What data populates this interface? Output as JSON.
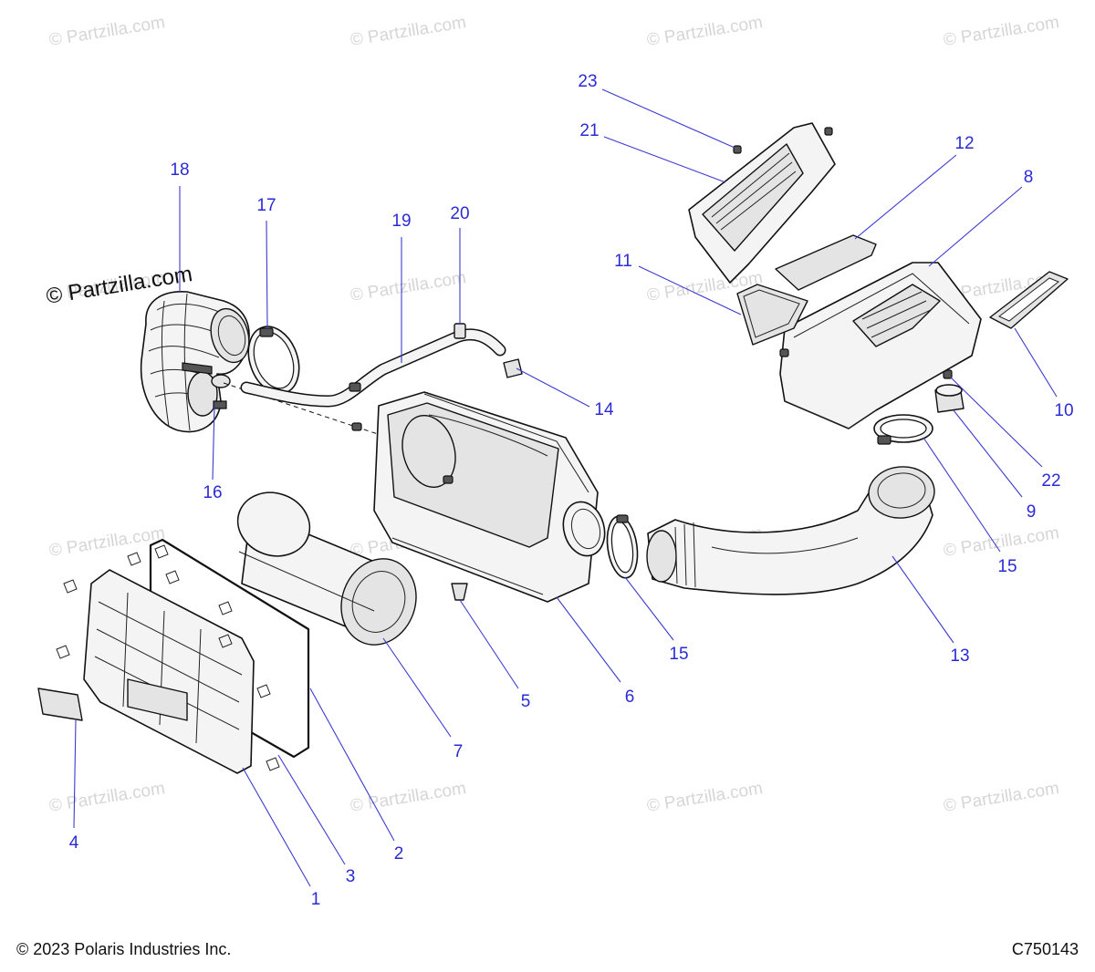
{
  "diagram": {
    "brand_watermark": "© Partzilla.com",
    "tile_watermark": "© Partzilla.com",
    "callouts": [
      {
        "id": "c1",
        "label": "1"
      },
      {
        "id": "c2",
        "label": "2"
      },
      {
        "id": "c3",
        "label": "3"
      },
      {
        "id": "c4",
        "label": "4"
      },
      {
        "id": "c5",
        "label": "5"
      },
      {
        "id": "c6",
        "label": "6"
      },
      {
        "id": "c7",
        "label": "7"
      },
      {
        "id": "c8",
        "label": "8"
      },
      {
        "id": "c9",
        "label": "9"
      },
      {
        "id": "c10",
        "label": "10"
      },
      {
        "id": "c11",
        "label": "11"
      },
      {
        "id": "c12",
        "label": "12"
      },
      {
        "id": "c13",
        "label": "13"
      },
      {
        "id": "c14",
        "label": "14"
      },
      {
        "id": "c15a",
        "label": "15"
      },
      {
        "id": "c15b",
        "label": "15"
      },
      {
        "id": "c16",
        "label": "16"
      },
      {
        "id": "c17",
        "label": "17"
      },
      {
        "id": "c18",
        "label": "18"
      },
      {
        "id": "c19",
        "label": "19"
      },
      {
        "id": "c20",
        "label": "20"
      },
      {
        "id": "c21",
        "label": "21"
      },
      {
        "id": "c22",
        "label": "22"
      },
      {
        "id": "c23",
        "label": "23"
      }
    ]
  },
  "footer": {
    "copyright": "© 2023 Polaris Industries Inc.",
    "figure_code": "C750143"
  },
  "colors": {
    "callout_text": "#2b2bd6",
    "leader_line": "#3b3bd0",
    "watermark": "#d6d6d6"
  }
}
